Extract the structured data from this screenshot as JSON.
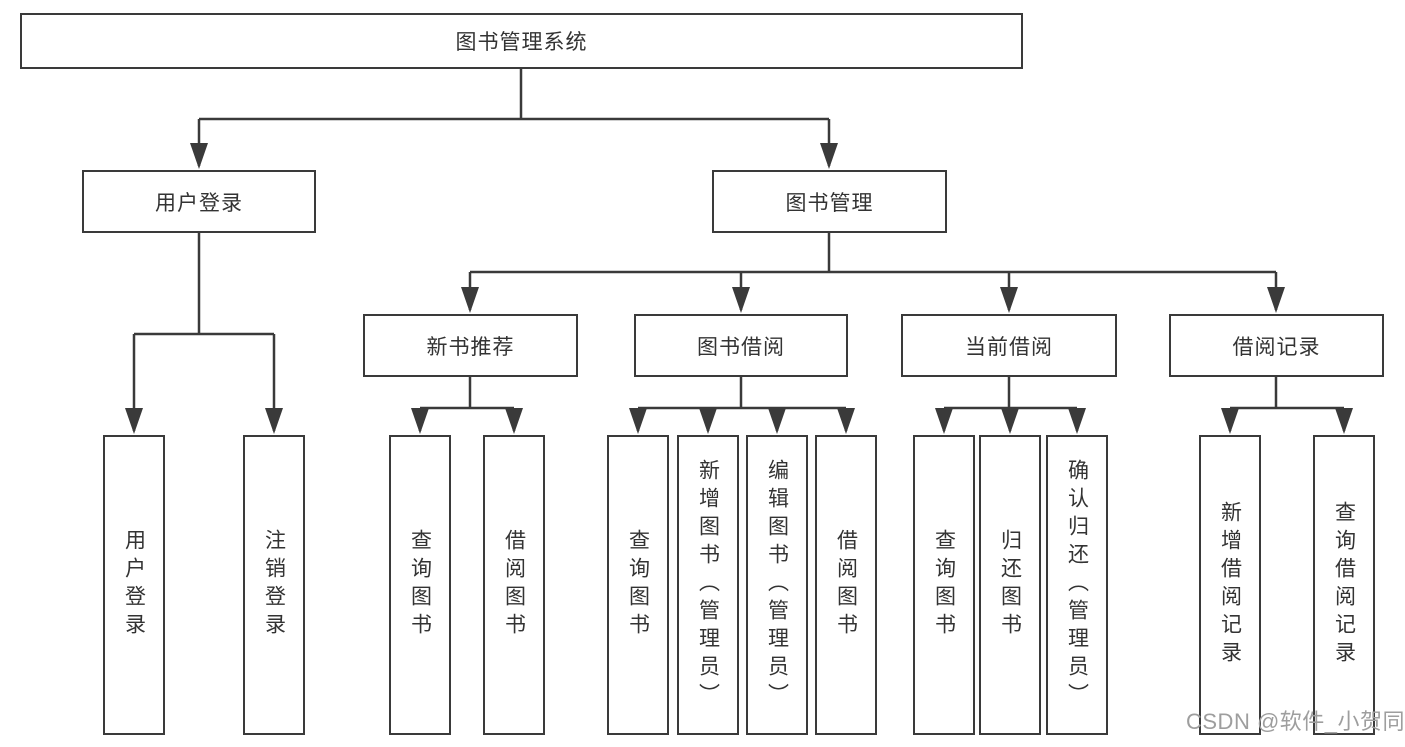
{
  "diagram": {
    "type": "hierarchy-tree",
    "colors": {
      "line": "#3a3a3a",
      "box_border": "#3a3a3a",
      "box_background": "#ffffff",
      "text": "#333333",
      "watermark": "#9e9e9e"
    },
    "tree": {
      "label": "图书管理系统",
      "children": [
        {
          "label": "用户登录",
          "children": [
            "用户登录",
            "注销登录"
          ]
        },
        {
          "label": "图书管理",
          "children": [
            {
              "label": "新书推荐",
              "children": [
                "查询图书",
                "借阅图书"
              ]
            },
            {
              "label": "图书借阅",
              "children": [
                "查询图书",
                "新增图书（管理员）",
                "编辑图书（管理员）",
                "借阅图书"
              ]
            },
            {
              "label": "当前借阅",
              "children": [
                "查询图书",
                "归还图书",
                "确认归还（管理员）"
              ]
            },
            {
              "label": "借阅记录",
              "children": [
                "新增借阅记录",
                "查询借阅记录"
              ]
            }
          ]
        }
      ]
    }
  },
  "watermark": {
    "text": "CSDN @软件_小贺同学"
  }
}
